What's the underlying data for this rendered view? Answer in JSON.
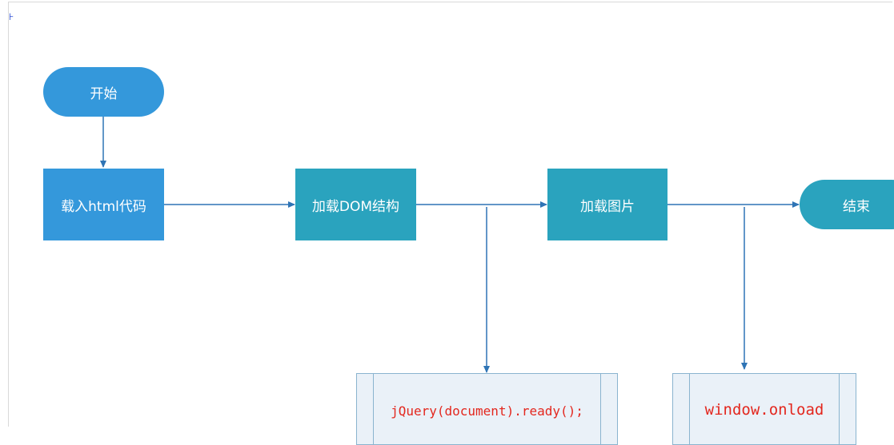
{
  "corner_mark": "⊦",
  "nodes": {
    "start": "开始",
    "load_html": "载入html代码",
    "load_dom": "加载DOM结构",
    "load_images": "加载图片",
    "end": "结束"
  },
  "callouts": {
    "jquery_ready": "jQuery(document).ready();",
    "window_onload": "window.onload"
  },
  "colors": {
    "blue": "#3498db",
    "teal": "#2aa3be",
    "arrow": "#2e74b5",
    "code_text": "#e3271e",
    "callout_fill": "#eaf1f8",
    "callout_border": "#8ab4cf"
  }
}
